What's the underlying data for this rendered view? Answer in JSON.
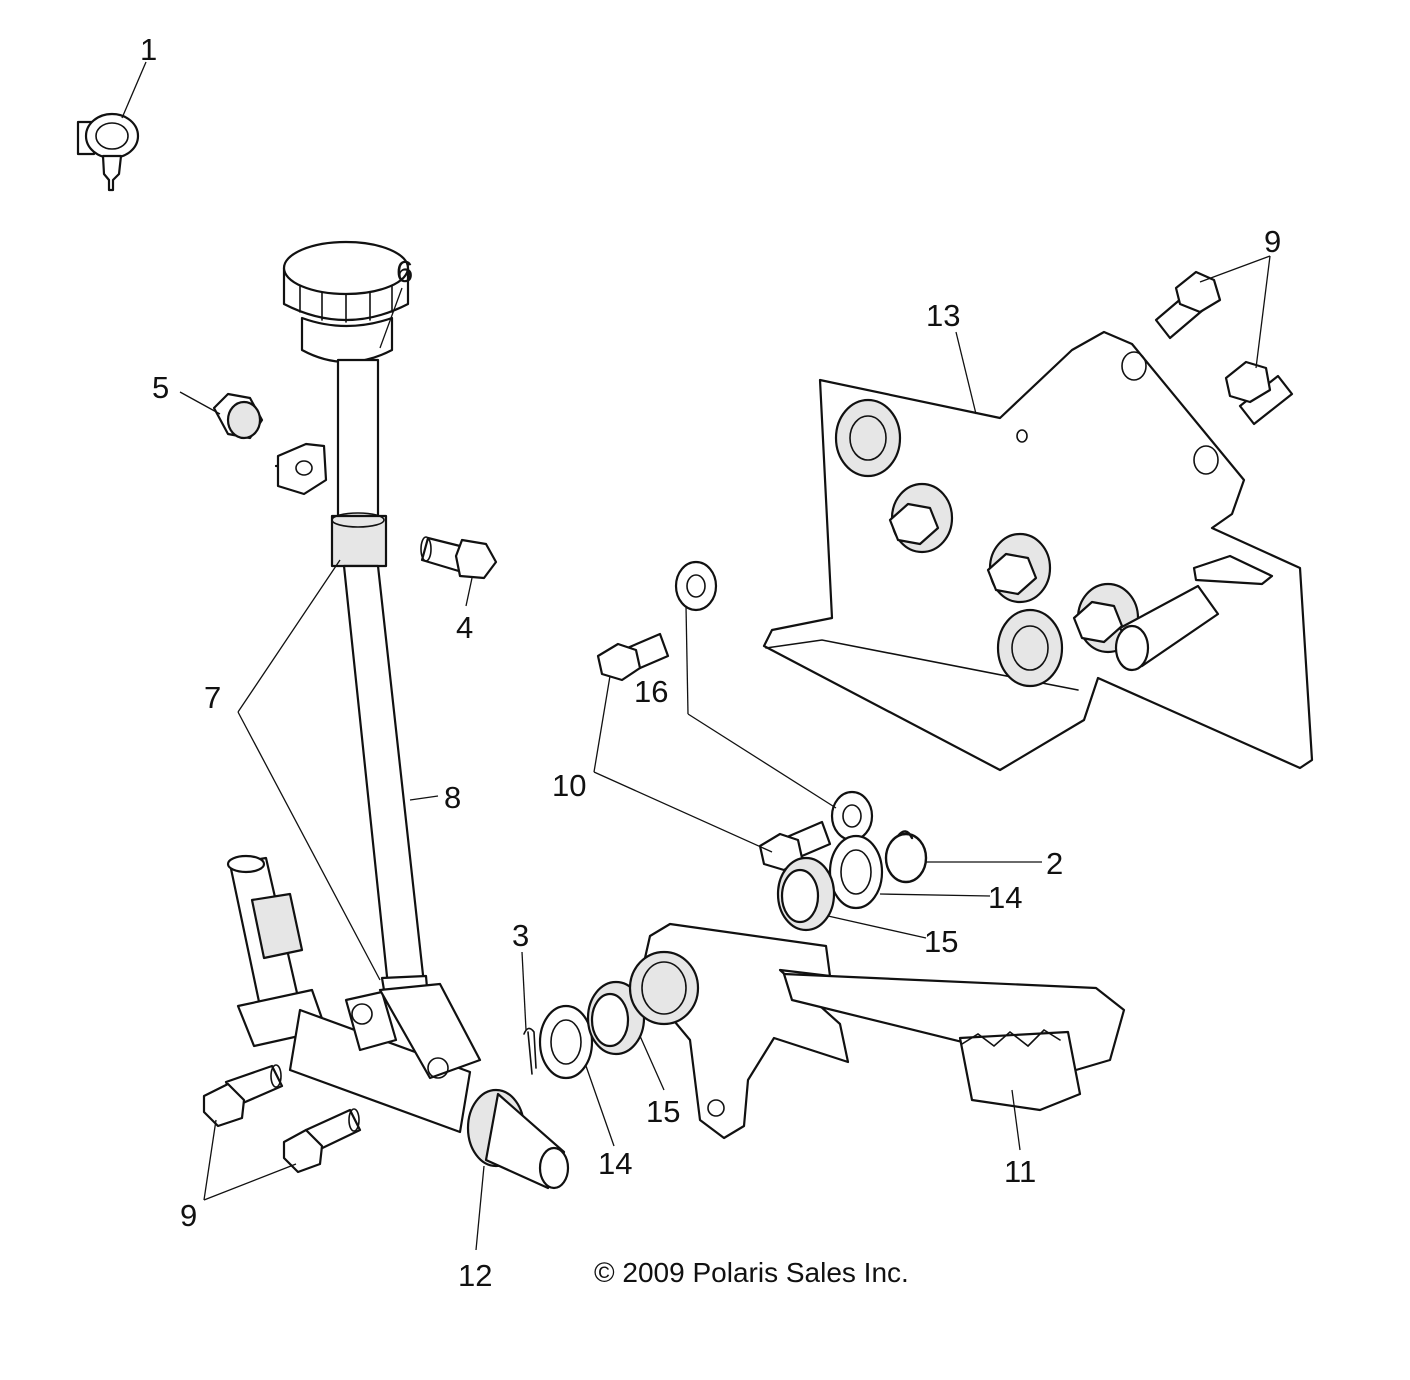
{
  "callouts": {
    "c1": "1",
    "c2": "2",
    "c3": "3",
    "c4": "4",
    "c5": "5",
    "c6": "6",
    "c7": "7",
    "c8": "8",
    "c9": "9",
    "c10": "10",
    "c11": "11",
    "c12": "12",
    "c13": "13",
    "c14": "14",
    "c15": "15",
    "c16": "16"
  },
  "copyright": "© 2009 Polaris Sales Inc.",
  "colors": {
    "line": "#111111",
    "background": "#ffffff",
    "shade": "#e6e6e6"
  }
}
